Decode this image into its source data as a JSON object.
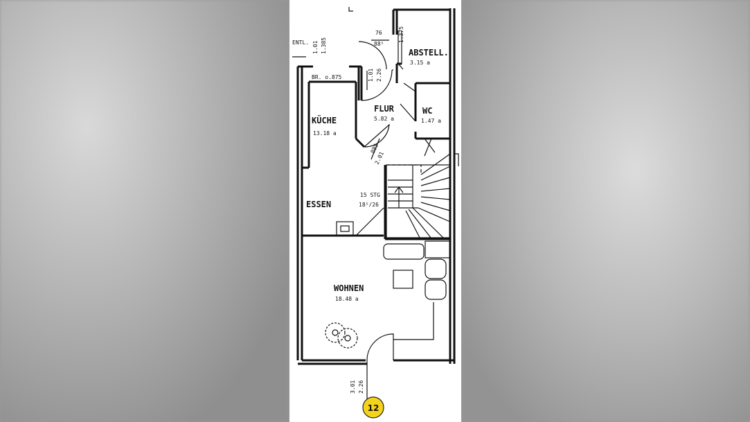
{
  "rooms": {
    "kueche": {
      "name": "KÜCHE",
      "area": "13.18 a"
    },
    "essen": {
      "name": "ESSEN"
    },
    "flur": {
      "name": "FLUR",
      "area": "5.82 a"
    },
    "wc": {
      "name": "WC",
      "area": "1.47 a"
    },
    "abstell": {
      "name": "ABSTELL.",
      "area": "3.15 a"
    },
    "wohnen": {
      "name": "WOHNEN",
      "area": "18.48 a"
    }
  },
  "labels": {
    "entl": "ENTL.",
    "br": "BR. o.875",
    "stairs_line1": "15 STG",
    "stairs_line2": "18⁵/26"
  },
  "dimensions": {
    "entl_top": "1.01",
    "entl_bottom": "1.385",
    "door_top": "76",
    "door_bottom": "88⁵",
    "abstell_side": "1.375",
    "flur_door_top": "1.01",
    "flur_door_bottom": "2.26",
    "kueche_door_top": "885",
    "kueche_door_bottom": "2.01",
    "bottom_door_top": "3.01",
    "bottom_door_bottom": "2.26"
  },
  "badge": {
    "number": "12",
    "color": "#f5d31b"
  }
}
